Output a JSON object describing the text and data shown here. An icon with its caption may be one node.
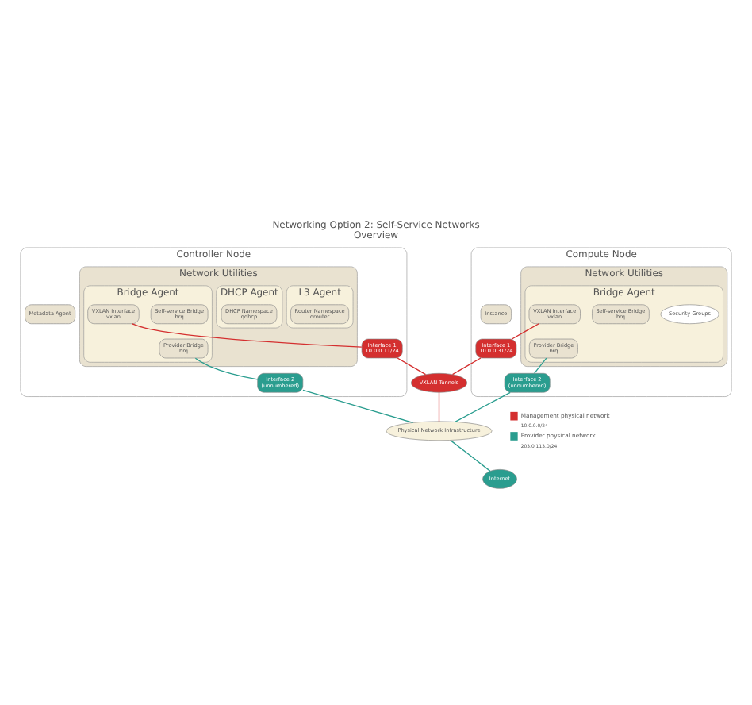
{
  "diagram": {
    "title": "Networking Option 2: Self-Service Networks",
    "caption": "Overview",
    "nodes": [
      {
        "text": [
          "Controller Node"
        ]
      },
      {
        "text": [
          "Network Utilities"
        ],
        "in": 0
      },
      {
        "text": [
          "L3 Agent"
        ],
        "in": 1
      },
      {
        "text": [
          "Router Namespace",
          "qrouter"
        ],
        "in": 2
      },
      {
        "text": [
          "DHCP Agent"
        ],
        "in": 1
      },
      {
        "text": [
          "DHCP Namespace",
          "qdhcp"
        ],
        "in": 4
      },
      {
        "text": [
          "Bridge Agent"
        ],
        "in": 1
      },
      {
        "text": [
          "Provider Bridge",
          "brq"
        ],
        "in": 6
      },
      {
        "text": [
          "Self-service Bridge",
          "brq"
        ],
        "in": 6
      },
      {
        "text": [
          "VXLAN Interface",
          "vxlan"
        ],
        "in": 6
      },
      {
        "text": [
          "Metadata Agent"
        ],
        "in": 0
      },
      {
        "text": [
          "Interface 2",
          "(unnumbered)"
        ],
        "in": 0
      },
      {
        "text": [
          "Interface 1",
          "10.0.0.11/24"
        ],
        "in": 0
      },
      {
        "text": [
          "Compute Node"
        ]
      },
      {
        "text": [
          "Instance"
        ],
        "in": 13
      },
      {
        "text": [
          "Network Utilities"
        ],
        "in": 13
      },
      {
        "text": [
          "Bridge Agent"
        ],
        "in": 15
      },
      {
        "text": [
          "Security Groups"
        ],
        "in": 16
      },
      {
        "text": [
          "Self-service Bridge",
          "brq"
        ],
        "in": 16
      },
      {
        "text": [
          "Provider Bridge",
          "brq"
        ],
        "in": 16
      },
      {
        "text": [
          "VXLAN Interface",
          "vxlan"
        ],
        "in": 16
      },
      {
        "text": [
          "Interface 1",
          "10.0.0.31/24"
        ],
        "in": 13
      },
      {
        "text": [
          "Interface 2",
          "(unnumbered)"
        ],
        "in": 13
      },
      {
        "text": [
          "VXLAN Tunnels"
        ]
      },
      {
        "text": [
          "Physical Network Infrastructure"
        ]
      },
      {
        "text": [
          "Internet"
        ]
      }
    ],
    "edges": [
      {
        "from": 7,
        "to": 11,
        "arrow": "none",
        "color": "#2a9d8f"
      },
      {
        "from": 9,
        "to": 12,
        "arrow": "none",
        "color": "#d42f2f"
      },
      {
        "from": 11,
        "to": 24,
        "arrow": "none",
        "color": "#2a9d8f"
      },
      {
        "from": 12,
        "to": 23,
        "arrow": "none",
        "color": "#d42f2f"
      },
      {
        "from": 20,
        "to": 21,
        "arrow": "none",
        "color": "#d42f2f"
      },
      {
        "from": 19,
        "to": 22,
        "arrow": "none",
        "color": "#2a9d8f"
      },
      {
        "from": 21,
        "to": 23,
        "arrow": "none",
        "color": "#d42f2f"
      },
      {
        "from": 23,
        "to": 24,
        "arrow": "none",
        "color": "#d42f2f"
      },
      {
        "from": 22,
        "to": 24,
        "arrow": "none",
        "color": "#2a9d8f"
      },
      {
        "from": 24,
        "to": 25,
        "arrow": "none",
        "color": "#2a9d8f"
      }
    ],
    "labels": [
      "10.0.0.0/24",
      "203.0.113.0/24"
    ],
    "legend": [
      {
        "text": "Management physical network",
        "color": "#d42f2f"
      },
      {
        "text": "Provider physical network",
        "color": "#2a9d8f"
      }
    ]
  }
}
